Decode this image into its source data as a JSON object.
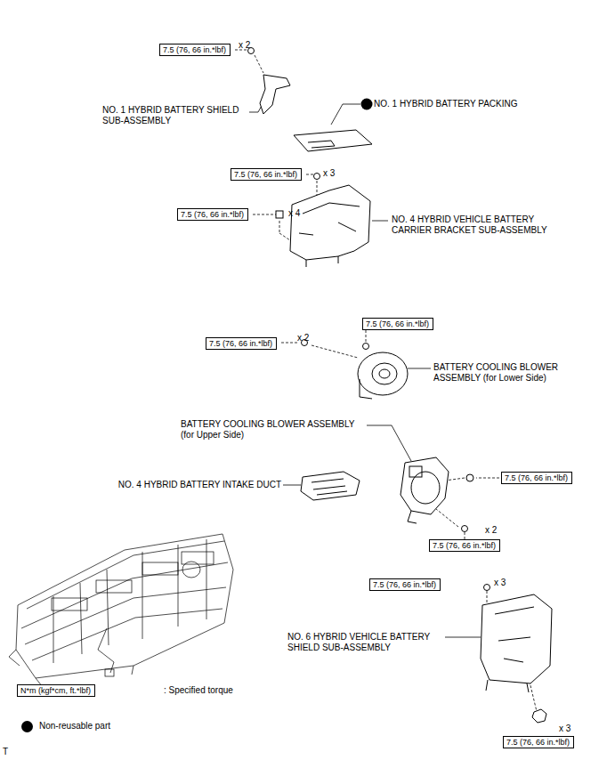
{
  "diagram": {
    "nodes": [
      {
        "text": [
          "7.5 (76, 66 in.*lbf)"
        ]
      },
      {
        "text": [
          "7.5 (76, 66 in.*lbf)"
        ]
      },
      {
        "text": [
          "7.5 (76, 66 in.*lbf)"
        ]
      },
      {
        "text": [
          "7.5 (76, 66 in.*lbf)"
        ]
      },
      {
        "text": [
          "7.5 (76, 66 in.*lbf)"
        ]
      },
      {
        "text": [
          "7.5 (76, 66 in.*lbf)"
        ]
      },
      {
        "text": [
          "7.5 (76, 66 in.*lbf)"
        ]
      },
      {
        "text": [
          "7.5 (76, 66 in.*lbf)"
        ]
      },
      {
        "text": [
          "7.5 (76, 66 in.*lbf)"
        ]
      },
      {
        "text": [
          "N*m (kgf*cm, ft.*lbf)"
        ]
      }
    ],
    "labels": [
      "x 2",
      "NO. 1 HYBRID BATTERY SHIELD SUB-ASSEMBLY",
      "NO. 1 HYBRID BATTERY PACKING",
      "x 3",
      "x 4",
      "NO. 4 HYBRID VEHICLE BATTERY CARRIER BRACKET SUB-ASSEMBLY",
      "x 2",
      "BATTERY COOLING BLOWER ASSEMBLY (for Lower Side)",
      "BATTERY COOLING BLOWER ASSEMBLY (for Upper Side)",
      "NO. 4 HYBRID BATTERY INTAKE DUCT",
      "x 2",
      "x 3",
      "NO. 6 HYBRID VEHICLE BATTERY SHIELD SUB-ASSEMBLY",
      "x 3",
      ": Specified torque",
      "T"
    ],
    "legend": [
      {
        "text": "Non-reusable part",
        "color": "#000000"
      }
    ]
  }
}
